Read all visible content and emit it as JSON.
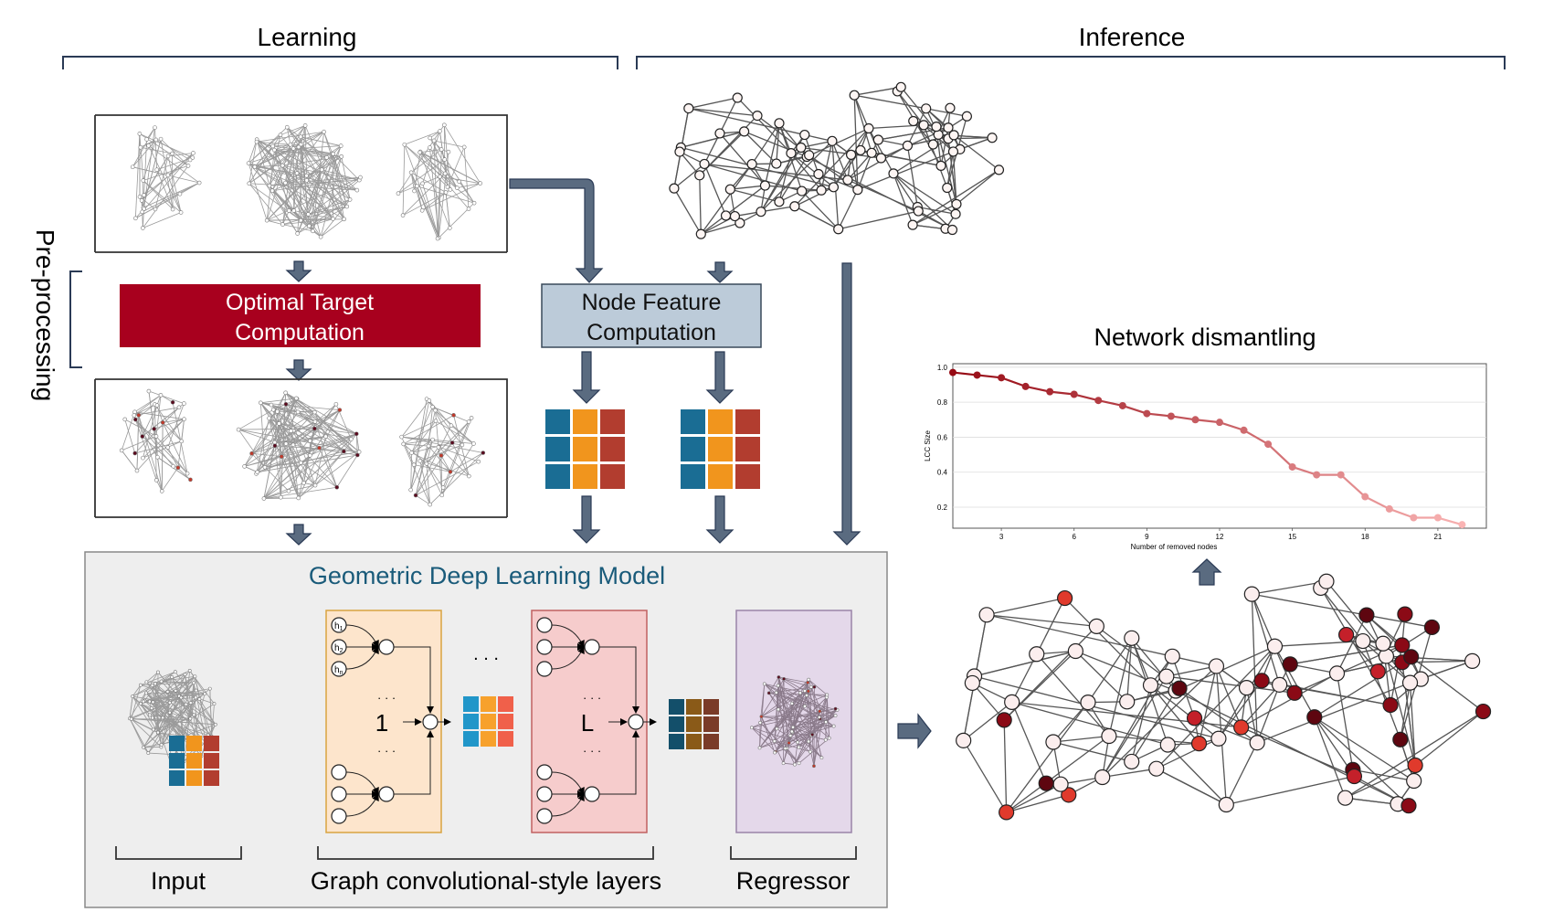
{
  "sections": {
    "learning": "Learning",
    "inference": "Inference",
    "preprocessing": "Pre-processing"
  },
  "boxes": {
    "optimal_target_line1": "Optimal Target",
    "optimal_target_line2": "Computation",
    "node_feature_line1": "Node Feature",
    "node_feature_line2": "Computation"
  },
  "model": {
    "title": "Geometric Deep Learning Model",
    "input_label": "Input",
    "layers_label": "Graph convolutional-style layers",
    "regressor_label": "Regressor",
    "layer_first": "1",
    "layer_last": "L",
    "node_h1": "h",
    "node_h1_sub": "1",
    "node_h2": "h",
    "node_h2_sub": "2",
    "node_hn": "h",
    "node_hn_sub": "n",
    "ellipsis": ". . ."
  },
  "dismantling": {
    "title": "Network dismantling"
  },
  "colors": {
    "dark_red": "#a8001e",
    "node_feature_box": "#bccbd9",
    "arrow": "#5a6b80",
    "model_bg": "#eeeeee",
    "layer_orange": "#fde5cc",
    "layer_pink": "#f6cccc",
    "regressor": "#e4d8ea",
    "title_blue": "#1a5b7a",
    "feat_blue": "#1a6d94",
    "feat_orange": "#f1951d",
    "feat_red": "#b23d2f"
  },
  "chart_data": {
    "type": "line",
    "xlabel": "Number of removed nodes",
    "ylabel": "LCC Size",
    "xticks": [
      3,
      6,
      9,
      12,
      15,
      18,
      21
    ],
    "yticks": [
      0.2,
      0.4,
      0.6,
      0.8,
      1.0
    ],
    "ytick_labels": [
      "0.2",
      "0.4",
      "0.6",
      "0.8",
      "1.0"
    ],
    "xlim": [
      1,
      23
    ],
    "ylim": [
      0.08,
      1.02
    ],
    "grid": true,
    "x": [
      1,
      2,
      3,
      4,
      5,
      6,
      7,
      8,
      9,
      10,
      11,
      12,
      13,
      14,
      15,
      16,
      17,
      18,
      19,
      20,
      21,
      22
    ],
    "values": [
      0.97,
      0.955,
      0.94,
      0.89,
      0.86,
      0.845,
      0.81,
      0.78,
      0.735,
      0.72,
      0.7,
      0.685,
      0.64,
      0.56,
      0.43,
      0.385,
      0.385,
      0.26,
      0.19,
      0.14,
      0.14,
      0.1
    ]
  }
}
